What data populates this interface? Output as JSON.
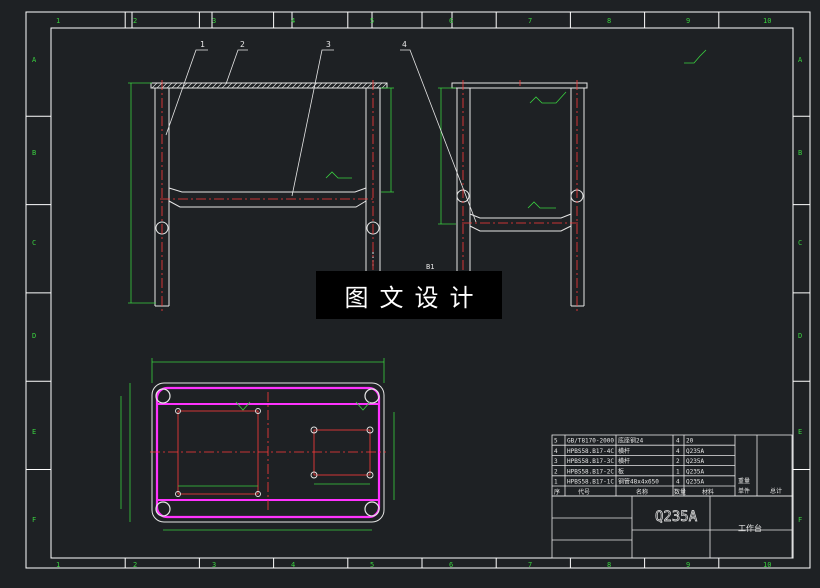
{
  "frame": {
    "top_numbers": [
      "1",
      "2",
      "3",
      "4",
      "5",
      "6",
      "7",
      "8",
      "9",
      "10"
    ],
    "bottom_numbers": [
      "1",
      "2",
      "3",
      "4",
      "5",
      "6",
      "7",
      "8",
      "9",
      "10"
    ],
    "side_letters": [
      "A",
      "B",
      "C",
      "D",
      "E",
      "F"
    ]
  },
  "balloons": [
    "1",
    "2",
    "3",
    "4"
  ],
  "banner_text": "图文设计",
  "view_label": "B1",
  "parts_list": {
    "rows": [
      {
        "no": "5",
        "code": "GB/T8170-2000",
        "name": "底座钢24",
        "qty": "4",
        "material": "20"
      },
      {
        "no": "4",
        "code": "HPBS58.B17-4C",
        "name": "横杆",
        "qty": "4",
        "material": "Q235A"
      },
      {
        "no": "3",
        "code": "HPBS58.B17-3C",
        "name": "横杆",
        "qty": "2",
        "material": "Q235A"
      },
      {
        "no": "2",
        "code": "HPBS58.B17-2C",
        "name": "板",
        "qty": "1",
        "material": "Q235A"
      },
      {
        "no": "1",
        "code": "HPBS58.B17-1C",
        "name": "钢管48x4x650",
        "qty": "4",
        "material": "Q235A"
      }
    ],
    "header": {
      "no": "序",
      "code": "代号",
      "name": "名称",
      "qty": "数量",
      "material": "材料",
      "weight": "重量",
      "single": "单件",
      "total": "总计"
    }
  },
  "title_block": {
    "material": "Q235A",
    "drawing_name": "工作台"
  },
  "colors": {
    "background": "#1e2124",
    "frame": "#ffffff",
    "outline": "#e6e6e6",
    "centerline": "#ff3b3b",
    "dimension": "#39d13f",
    "section": "#ff33ff"
  }
}
